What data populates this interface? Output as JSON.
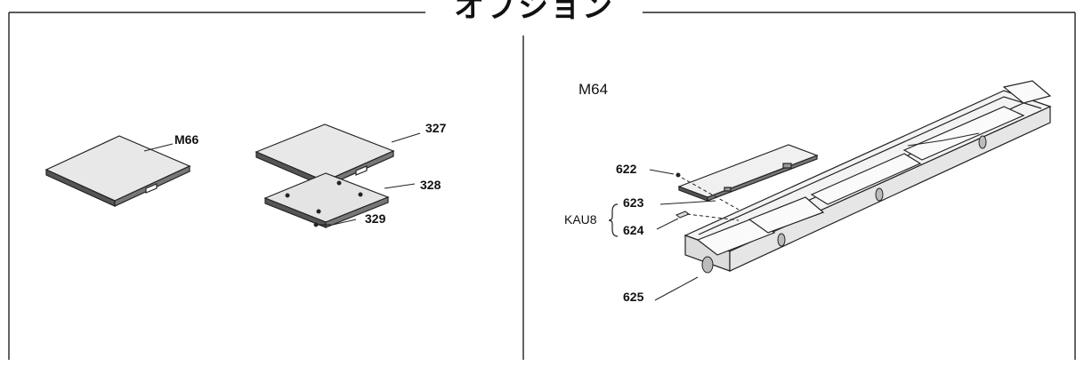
{
  "header": {
    "title": "オプション"
  },
  "left_panel": {
    "labels": {
      "m66": "M66",
      "p327": "327",
      "p328": "328",
      "p329": "329"
    }
  },
  "right_panel": {
    "model": "M64",
    "labels": {
      "p622": "622",
      "p623": "623",
      "p624": "624",
      "p625": "625",
      "kit": "KAU8"
    }
  }
}
